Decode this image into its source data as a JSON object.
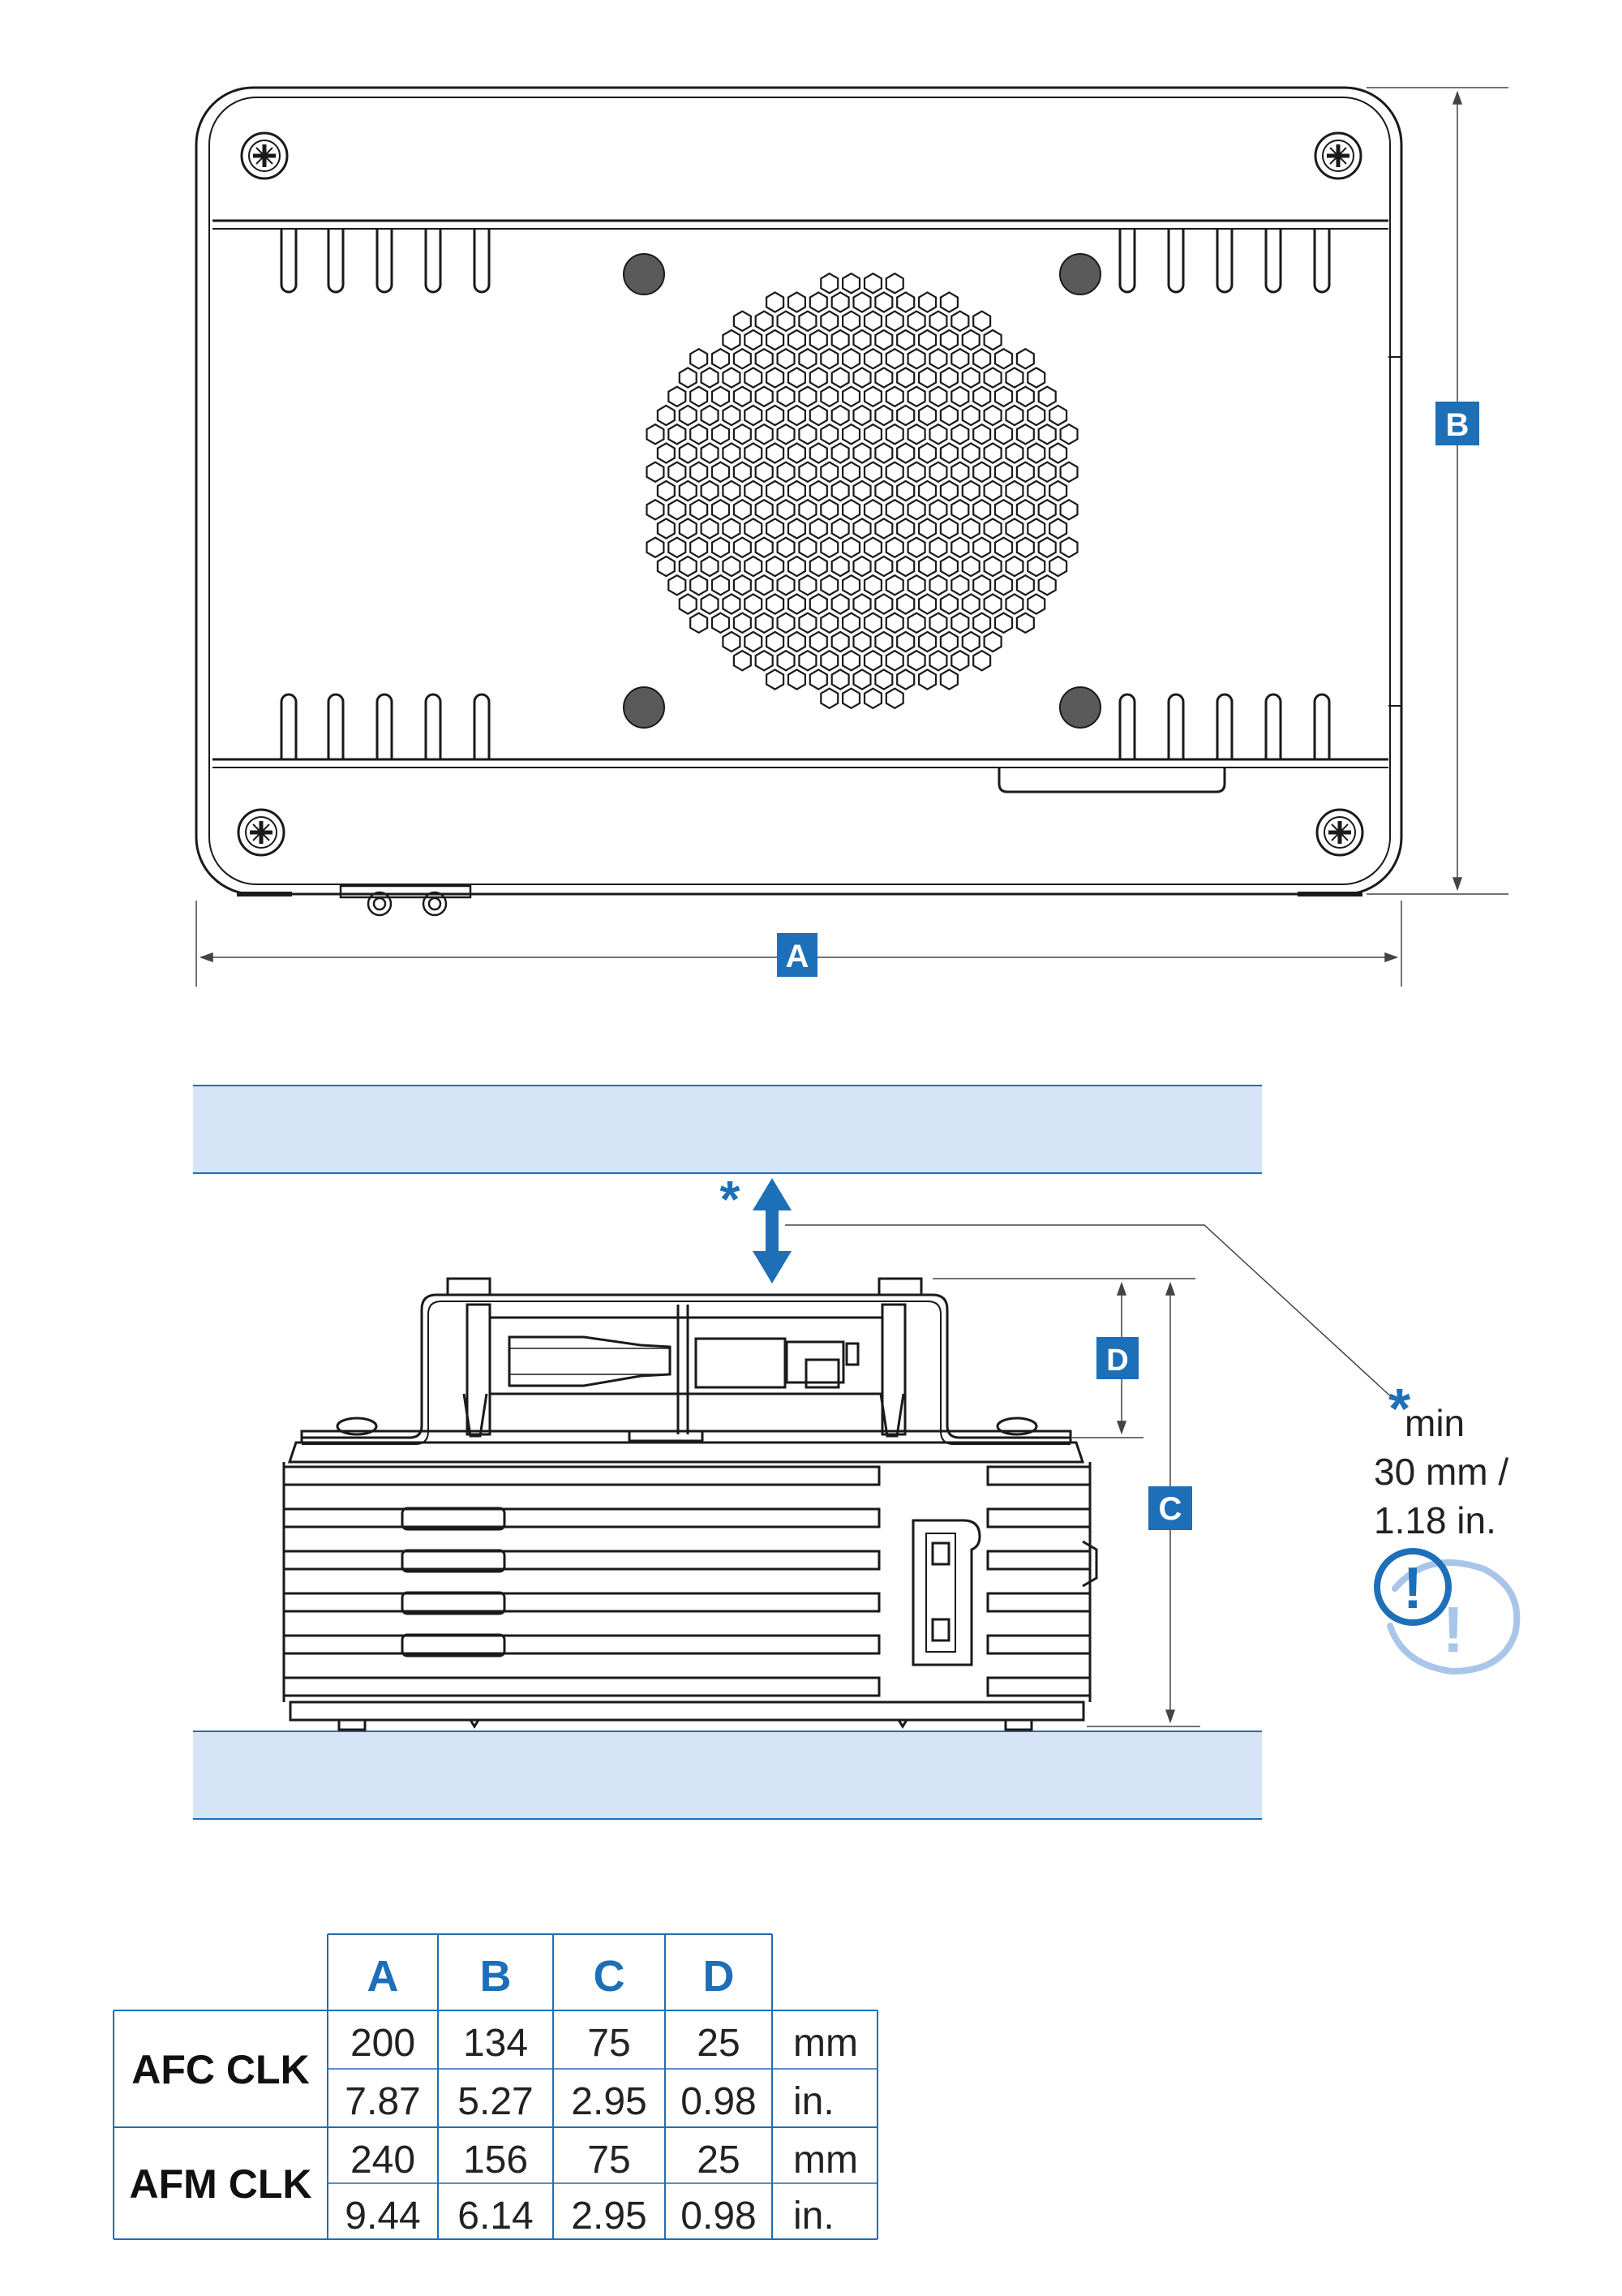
{
  "colors": {
    "accent": "#1d6fb8",
    "surface_fill": "#d6e4f7",
    "surface_line": "#1d6fb8",
    "line": "#1a1a1a",
    "dim_line": "#444444",
    "foot_gray": "#5a5a5a",
    "warn_light": "#a9c6ea"
  },
  "dimensions": {
    "a_label": "A",
    "b_label": "B",
    "c_label": "C",
    "d_label": "D"
  },
  "clearance_note": {
    "asterisk": "*",
    "asterisk_note": "*",
    "line1": "min",
    "line2": "30 mm /",
    "line3": "1.18 in.",
    "icon": "warning-exclamation-icon",
    "icon_glyph": "!"
  },
  "table": {
    "columns": [
      "A",
      "B",
      "C",
      "D"
    ],
    "models": [
      {
        "name": "AFC CLK",
        "rows": [
          {
            "values": [
              "200",
              "134",
              "75",
              "25"
            ],
            "unit": "mm"
          },
          {
            "values": [
              "7.87",
              "5.27",
              "2.95",
              "0.98"
            ],
            "unit": "in."
          }
        ]
      },
      {
        "name": "AFM CLK",
        "rows": [
          {
            "values": [
              "240",
              "156",
              "75",
              "25"
            ],
            "unit": "mm"
          },
          {
            "values": [
              "9.44",
              "6.14",
              "2.95",
              "0.98"
            ],
            "unit": "in."
          }
        ]
      }
    ]
  }
}
